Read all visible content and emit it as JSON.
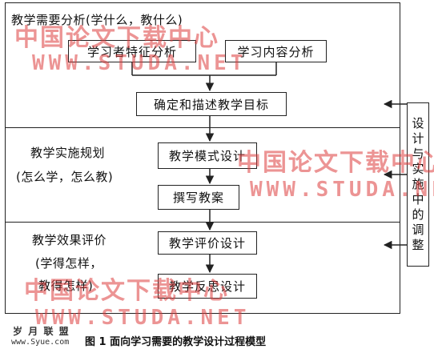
{
  "sections": {
    "analysis_title": "教学需要分析(学什么，教什么)",
    "planning_title": "教学实施规划",
    "planning_sub": "(怎么学，怎么教)",
    "evaluation_title": "教学效果评价",
    "evaluation_sub1": "(学得怎样，",
    "evaluation_sub2": "教得怎样)"
  },
  "boxes": {
    "learner": "学习者特征分析",
    "content": "学习内容分析",
    "objectives": "确定和描述教学目标",
    "mode": "教学模式设计",
    "lesson_plan": "撰写教案",
    "eval_design": "教学评价设计",
    "reflection": "教学反思设计"
  },
  "side_box_chars": [
    "设",
    "计",
    "与",
    "实",
    "施",
    "中",
    "的",
    "调",
    "整"
  ],
  "watermarks": {
    "cn": "中国论文下载中心",
    "url": "WWW.STUDA.NET"
  },
  "caption": "图 1  面向学习需要的教学设计过程模型",
  "logo": {
    "top": "岁 月 联 盟",
    "bottom": "www.Syue.com"
  },
  "colors": {
    "line": "#222222",
    "watermark": "#dc3c3c"
  }
}
